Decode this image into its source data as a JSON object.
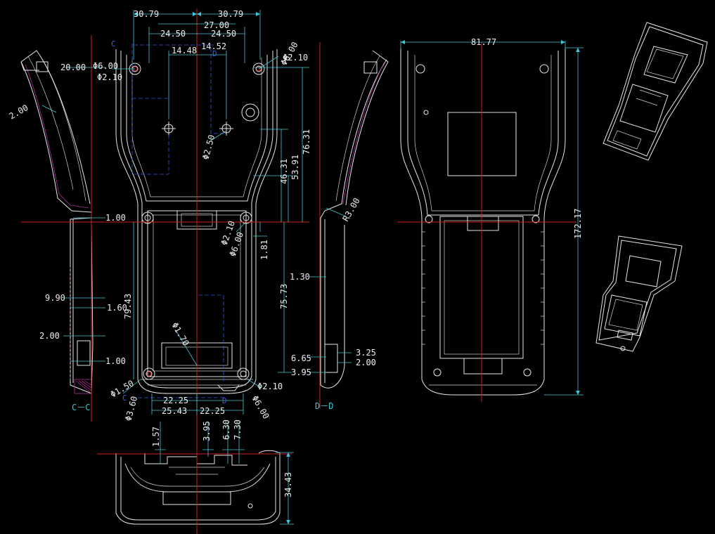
{
  "drawing": {
    "views": {
      "section_cc": "C－C",
      "section_dd": "D－D"
    },
    "markers": {
      "c": "C",
      "d": "D"
    },
    "dimensions": {
      "d1": "30.79",
      "d2": "30.79",
      "d3": "27.00",
      "d4": "24.50",
      "d5": "24.50",
      "d6": "14.48",
      "d7": "14.52",
      "d8": "Φ6.00",
      "d9": "Φ2.10",
      "d10": "Φ6.00",
      "d11": "Φ2.10",
      "d12": "20.00",
      "d13": "2.00",
      "d14": "Φ2.50",
      "d15": "76.31",
      "d16": "53.91",
      "d17": "46.31",
      "d18": "1.00",
      "d19": "Φ2.10",
      "d20": "Φ6.00",
      "d21": "1.81",
      "d22": "R3.00",
      "d23": "1.30",
      "d24": "9.90",
      "d25": "1.60",
      "d26": "79.43",
      "d27": "75.73",
      "d28": "2.00",
      "d29": "Φ1.70",
      "d30": "1.00",
      "d31": "6.65",
      "d32": "3.25",
      "d33": "2.00",
      "d34": "3.95",
      "d35": "Φ1.50",
      "d36": "22.25",
      "d37": "Φ2.10",
      "d38": "Φ6.00",
      "d39": "Φ3.60",
      "d40": "25.43",
      "d41": "22.25",
      "d42": "1.57",
      "d43": "3.95",
      "d44": "6.30",
      "d45": "7.30",
      "d46": "34.43",
      "d47": "81.77",
      "d48": "172.17"
    }
  }
}
